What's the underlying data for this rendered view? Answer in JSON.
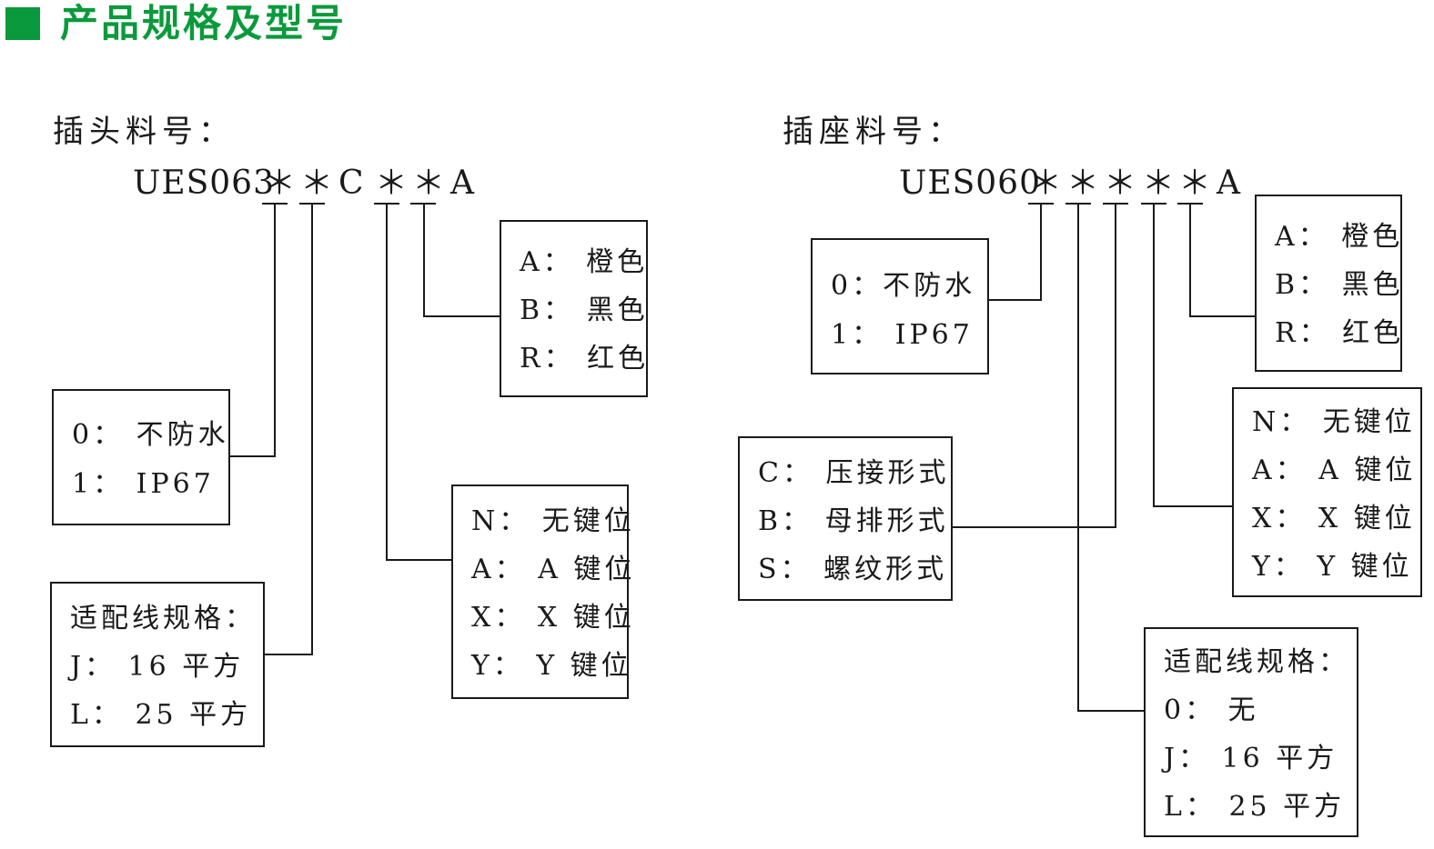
{
  "header": {
    "title": "产品规格及型号",
    "accent_color": "#0a9a3c"
  },
  "plug": {
    "label": "插头料号：",
    "code": {
      "prefix": "UES063",
      "s1": "＊",
      "s2": "＊",
      "fixed": "C",
      "s3": "＊",
      "s4": "＊",
      "suffix": "A"
    },
    "color_box": [
      "A：  橙色",
      "B：  黑色",
      "R：  红色"
    ],
    "waterproof_box": [
      "0：  不防水",
      "1：  IP67"
    ],
    "wire_box": [
      "适配线规格：",
      "J：  16 平方",
      "L：  25 平方"
    ],
    "key_box": [
      "N：  无键位",
      "A：  A 键位",
      "X：  X 键位",
      "Y：  Y 键位"
    ]
  },
  "socket": {
    "label": "插座料号：",
    "code": {
      "prefix": "UES060",
      "s1": "＊",
      "s2": "＊",
      "s3": "＊",
      "s4": "＊",
      "s5": "＊",
      "suffix": "A"
    },
    "waterproof_box": [
      "0：不防水",
      "1：  IP67"
    ],
    "color_box": [
      "A：  橙色",
      "B：  黑色",
      "R：  红色"
    ],
    "key_box": [
      "N：  无键位",
      "A：  A 键位",
      "X：  X 键位",
      "Y：  Y 键位"
    ],
    "termination_box": [
      "C：  压接形式",
      "B：  母排形式",
      "S：  螺纹形式"
    ],
    "wire_box": [
      "适配线规格：",
      "0：  无",
      "J：  16 平方",
      "L：  25 平方"
    ]
  }
}
